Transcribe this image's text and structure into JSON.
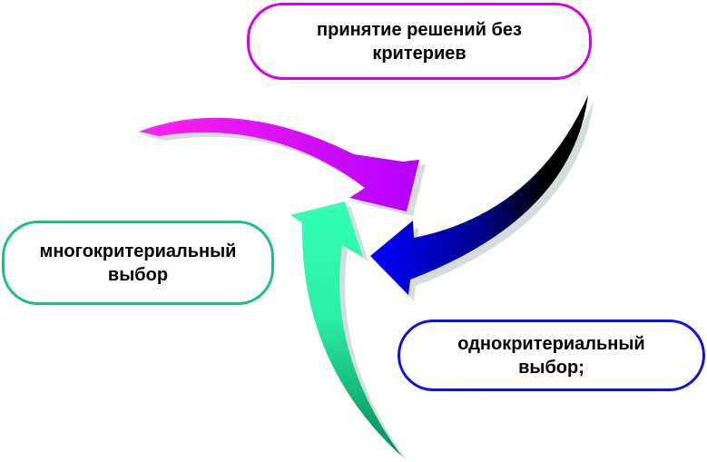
{
  "nodes": {
    "top": {
      "text": "принятие решений без критериев",
      "color": "#d400e8"
    },
    "left": {
      "text": "многокритериальный выбор",
      "color": "#1fbf80"
    },
    "right": {
      "text": "однокритериальный выбор;",
      "color": "#1010e0"
    }
  }
}
